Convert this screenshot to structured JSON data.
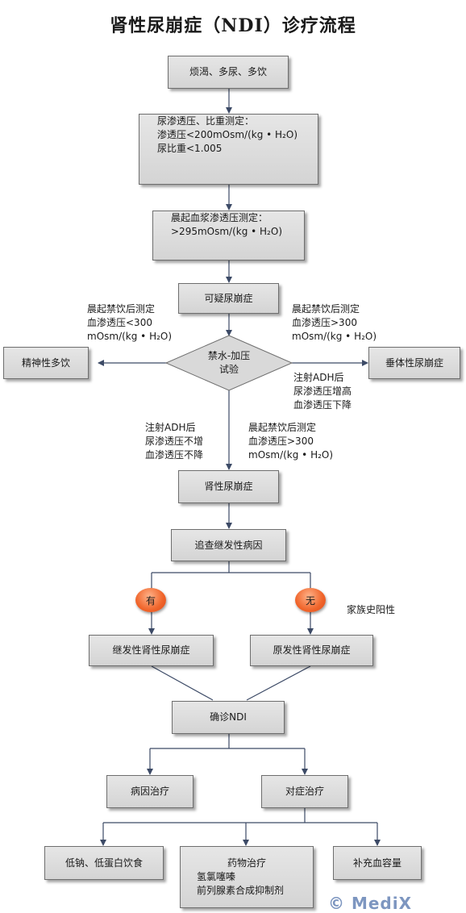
{
  "title": "肾性尿崩症（NDI）诊疗流程",
  "nodes": {
    "symptoms": "烦渴、多尿、多饮",
    "urine_test": [
      "尿渗透压、比重测定：",
      "渗透压<200mOsm/(kg • H₂O)",
      "尿比重<1.005"
    ],
    "plasma_test": [
      "晨起血浆渗透压测定：",
      ">295mOsm/(kg • H₂O)"
    ],
    "suspected": "可疑尿崩症",
    "water_test": [
      "禁水-加压",
      "试验"
    ],
    "psychogenic": "精神性多饮",
    "pituitary": "垂体性尿崩症",
    "nephrogenic": "肾性尿崩症",
    "secondary_check": "追查继发性病因",
    "yes": "有",
    "no": "无",
    "family_history": "家族史阳性",
    "secondary_ndi": "继发性肾性尿崩症",
    "primary_ndi": "原发性肾性尿崩症",
    "confirm": "确诊NDI",
    "cause_treatment": "病因治疗",
    "symptomatic": "对症治疗",
    "diet": "低钠、低蛋白饮食",
    "drug": [
      "药物治疗",
      "氢氯噻嗪",
      "前列腺素合成抑制剂"
    ],
    "volume": "补充血容量"
  },
  "labels": {
    "left_cond": [
      "晨起禁饮后测定",
      "血渗透压<300",
      "mOsm/(kg • H₂O)"
    ],
    "right_cond": [
      "晨起禁饮后测定",
      "血渗透压>300",
      "mOsm/(kg • H₂O)"
    ],
    "right_adh": [
      "注射ADH后",
      "尿渗透压增高",
      "血渗透压下降"
    ],
    "down_adh": [
      "注射ADH后",
      "尿渗透压不增",
      "血渗透压不降"
    ],
    "down_cond": [
      "晨起禁饮后测定",
      "血渗透压>300",
      "mOsm/(kg • H₂O)"
    ]
  },
  "watermark": "© MediX"
}
